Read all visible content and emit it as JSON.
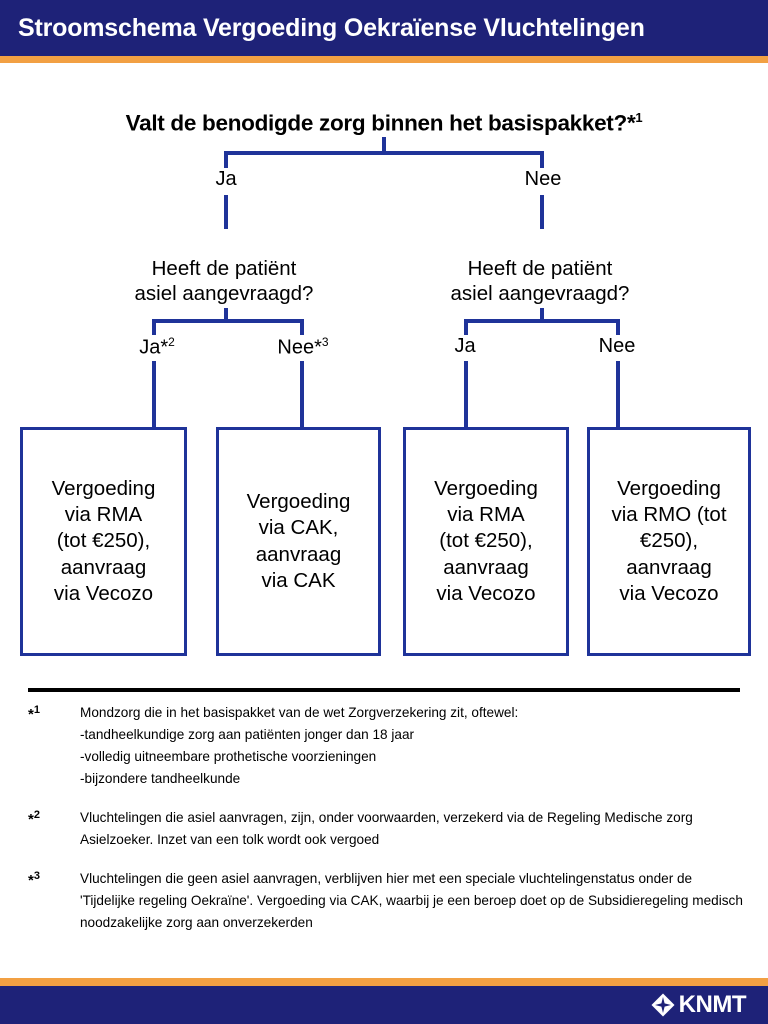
{
  "header": {
    "title": "Stroomschema Vergoeding Oekraïense Vluchtelingen",
    "bar_color": "#1e2278",
    "accent_color": "#f2a043"
  },
  "flowchart": {
    "line_color": "#1f3399",
    "root": {
      "question": "Valt de benodigde zorg binnen het basispakket?*",
      "footnote_ref": "1"
    },
    "level1": [
      {
        "label": "Ja"
      },
      {
        "label": "Nee"
      }
    ],
    "level2_questions": [
      {
        "text": "Heeft de patiënt\nasiel aangevraagd?"
      },
      {
        "text": "Heeft de patiënt\nasiel aangevraagd?"
      }
    ],
    "level2_labels": [
      {
        "label": "Ja*",
        "footnote_ref": "2"
      },
      {
        "label": "Nee*",
        "footnote_ref": "3"
      },
      {
        "label": "Ja",
        "footnote_ref": ""
      },
      {
        "label": "Nee",
        "footnote_ref": ""
      }
    ],
    "outcomes": [
      {
        "text": "Vergoeding\nvia RMA\n(tot €250),\naanvraag\nvia Vecozo"
      },
      {
        "text": "Vergoeding\nvia CAK,\naanvraag\nvia CAK"
      },
      {
        "text": "Vergoeding\nvia RMA\n(tot €250),\naanvraag\nvia Vecozo"
      },
      {
        "text": "Vergoeding\nvia RMO (tot\n€250),\naanvraag\nvia Vecozo"
      }
    ]
  },
  "notes": [
    {
      "marker": "★",
      "marker_symbol": "*",
      "number": "1",
      "text": "Mondzorg die in het basispakket van de wet Zorgverzekering zit, oftewel:\n-tandheelkundige zorg aan patiënten jonger dan 18 jaar\n-volledig uitneembare prothetische voorzieningen\n-bijzondere tandheelkunde"
    },
    {
      "marker_symbol": "*",
      "number": "2",
      "text": "Vluchtelingen die asiel aanvragen, zijn, onder voorwaarden, verzekerd via de Regeling Medische zorg Asielzoeker. Inzet van een tolk wordt ook vergoed"
    },
    {
      "marker_symbol": "*",
      "number": "3",
      "text": "Vluchtelingen die geen asiel aanvragen, verblijven hier met een speciale vluchtelingenstatus onder de 'Tijdelijke regeling Oekraïne'. Vergoeding via CAK, waarbij je een beroep doet op de Subsidieregeling medisch noodzakelijke zorg aan onverzekerden"
    }
  ],
  "footer": {
    "logo_text": "KNMT",
    "bar_color": "#1e2278",
    "accent_color": "#f2a043"
  }
}
